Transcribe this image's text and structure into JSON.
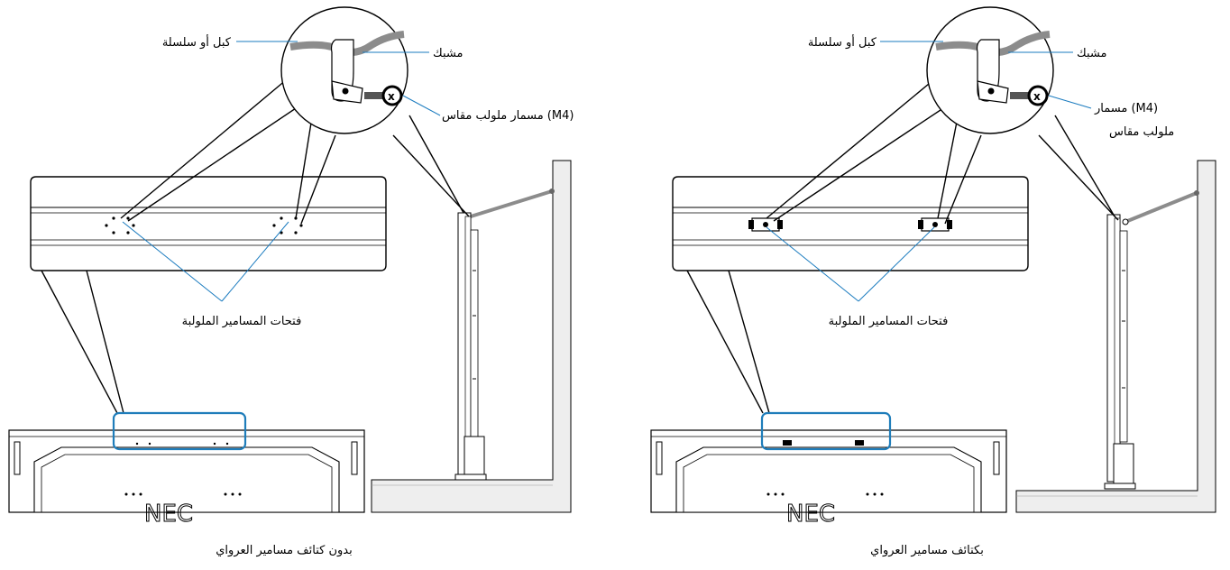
{
  "figures": [
    {
      "id": "without-eyebolts",
      "caption": "بدون كتائف مسامير العرواي",
      "labels": {
        "cable": "كبل أو سلسلة",
        "clamp": "مشبك",
        "screw": "مسمار ملولب مقاس (M4)",
        "holes": "فتحات المسامير الملولبة"
      }
    },
    {
      "id": "with-eyebolts",
      "caption": "بكتائف مسامير العرواي",
      "labels": {
        "cable": "كبل أو سلسلة",
        "clamp": "مشبك",
        "screw_line1": "مسمار (M4)",
        "screw_line2": "ملولب مقاس",
        "holes": "فتحات المسامير الملولبة"
      }
    }
  ],
  "colors": {
    "callout": "#1a7bbf",
    "highlight": "#1f7dba",
    "wall": "#eeeeee",
    "cable": "#8c8c8c",
    "line": "#000000"
  },
  "logo_text": "NEC"
}
